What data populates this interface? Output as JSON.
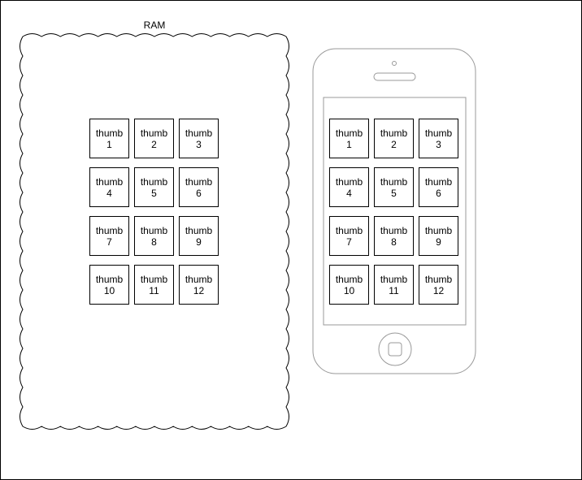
{
  "ram": {
    "label": "RAM",
    "thumbs": [
      "thumb 1",
      "thumb 2",
      "thumb 3",
      "thumb 4",
      "thumb 5",
      "thumb 6",
      "thumb 7",
      "thumb 8",
      "thumb 9",
      "thumb 10",
      "thumb 11",
      "thumb 12"
    ]
  },
  "phone": {
    "thumbs": [
      "thumb 1",
      "thumb 2",
      "thumb 3",
      "thumb 4",
      "thumb 5",
      "thumb 6",
      "thumb 7",
      "thumb 8",
      "thumb 9",
      "thumb 10",
      "thumb 11",
      "thumb 12"
    ]
  }
}
